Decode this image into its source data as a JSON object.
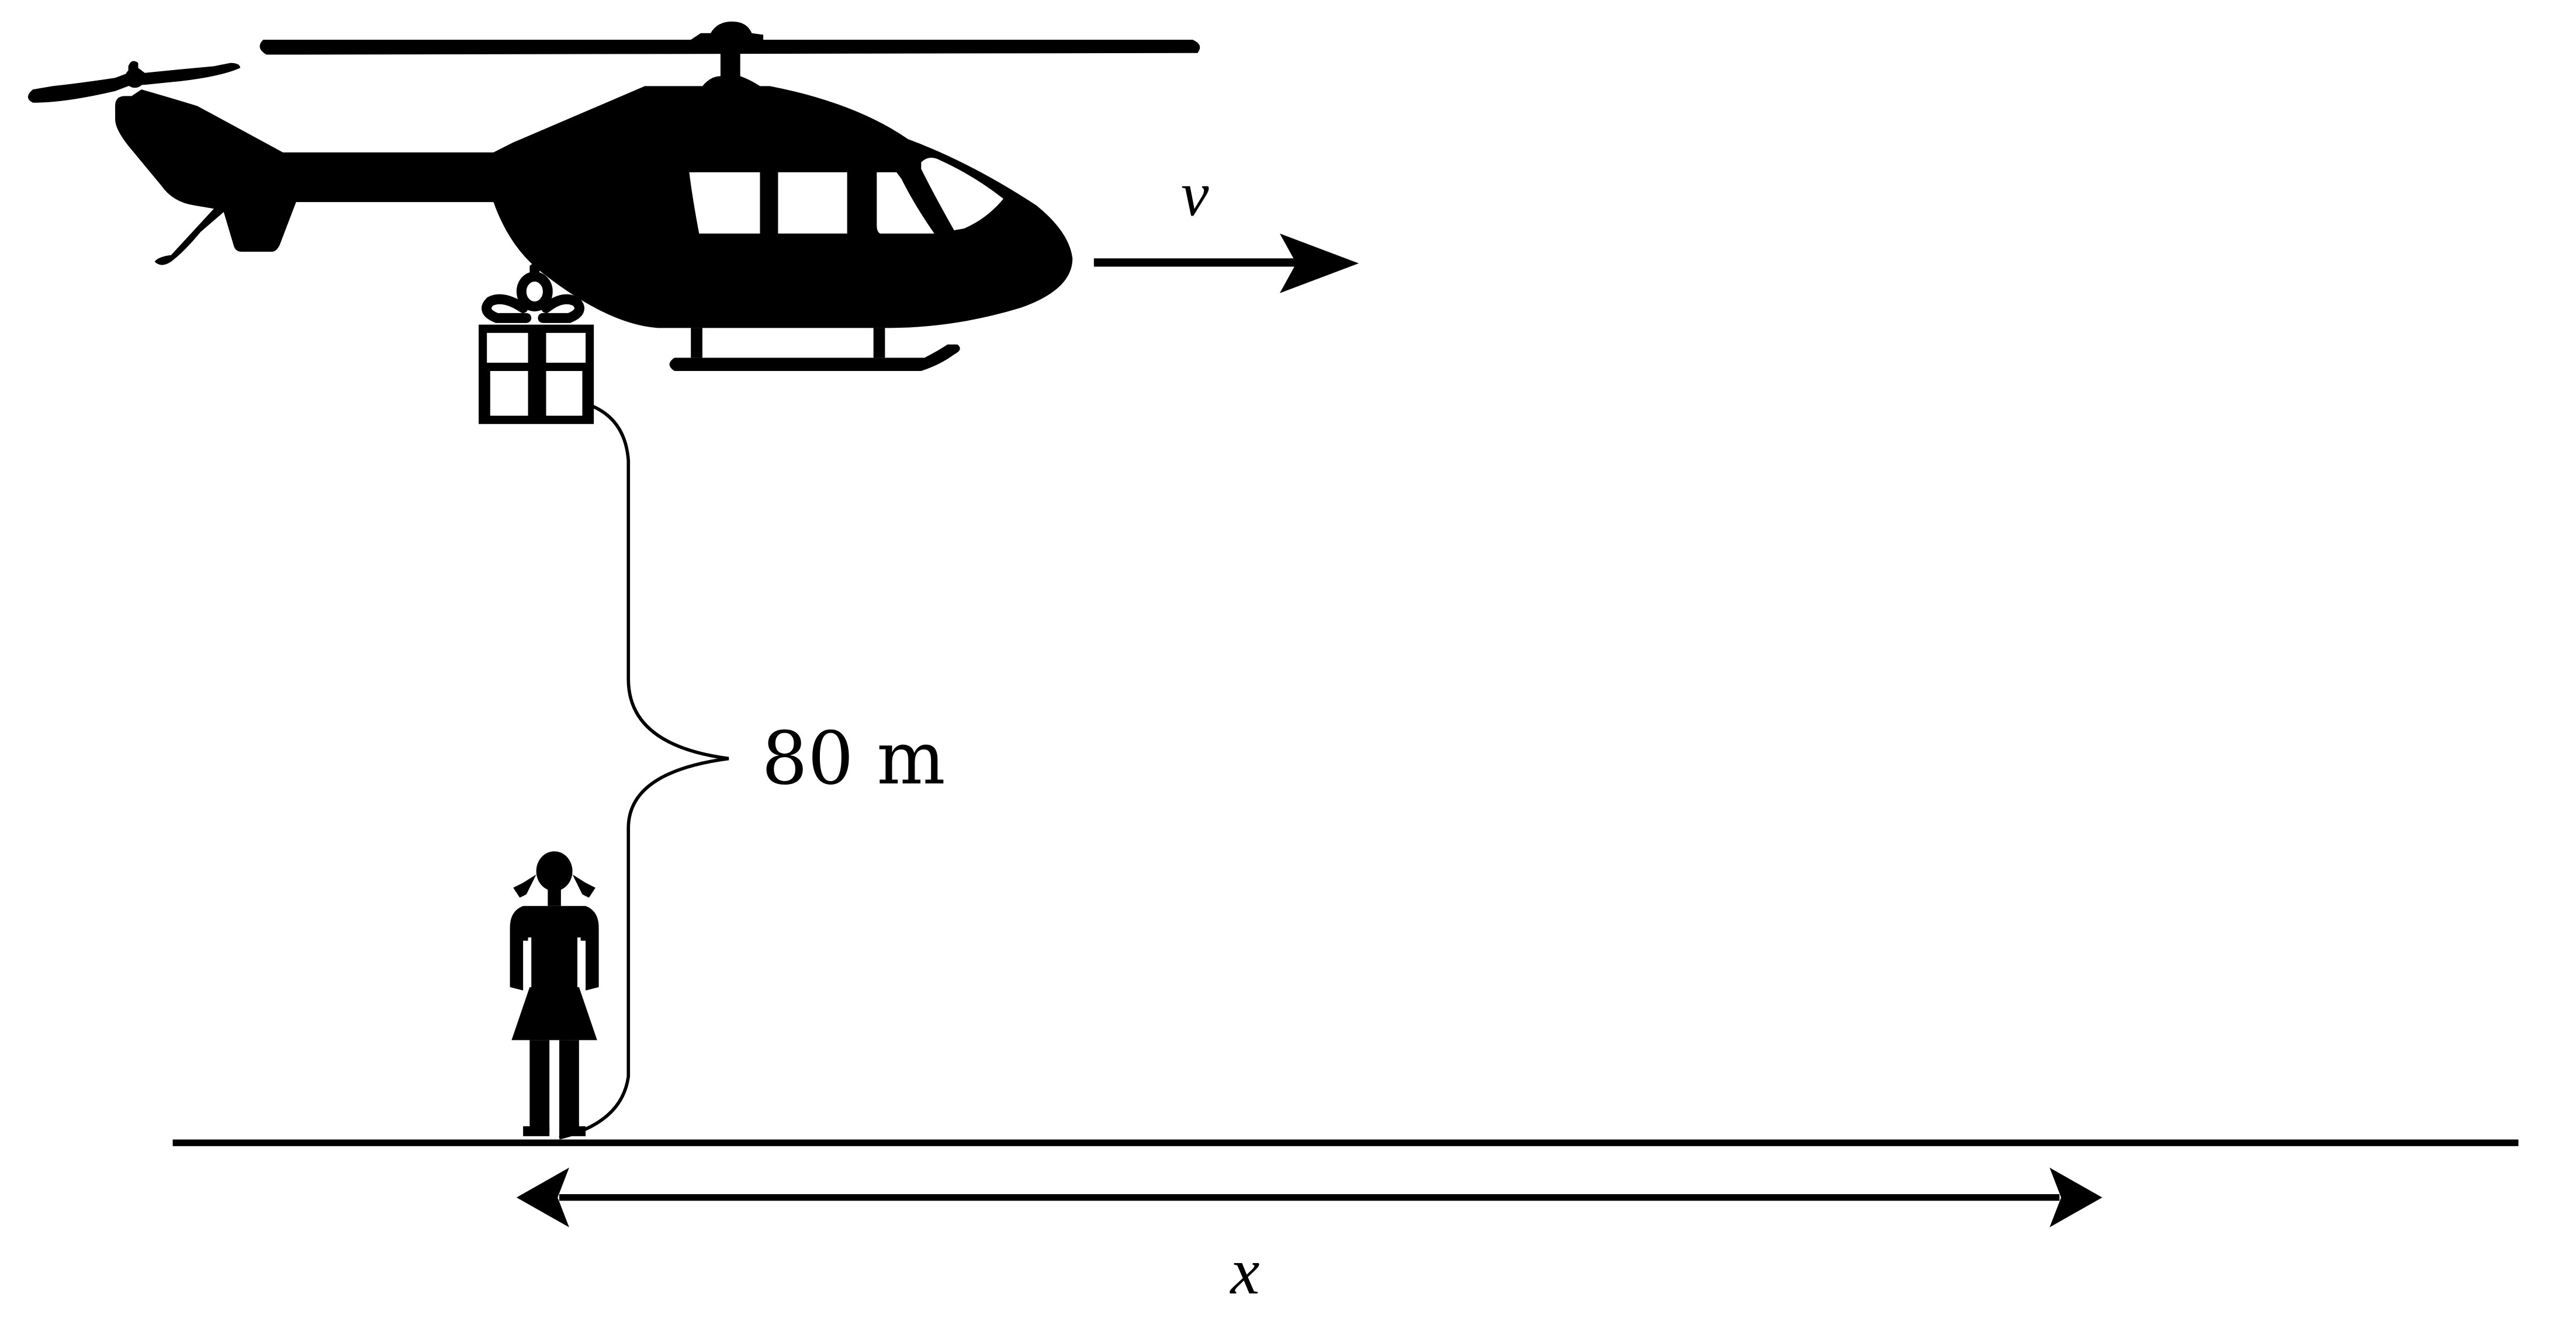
{
  "diagram": {
    "labels": {
      "velocity": "v",
      "height": "80 m",
      "distance": "x"
    },
    "colors": {
      "ink": "#000000",
      "background": "#ffffff"
    },
    "objects": [
      "helicopter",
      "gift-box",
      "girl",
      "ground-line"
    ]
  }
}
